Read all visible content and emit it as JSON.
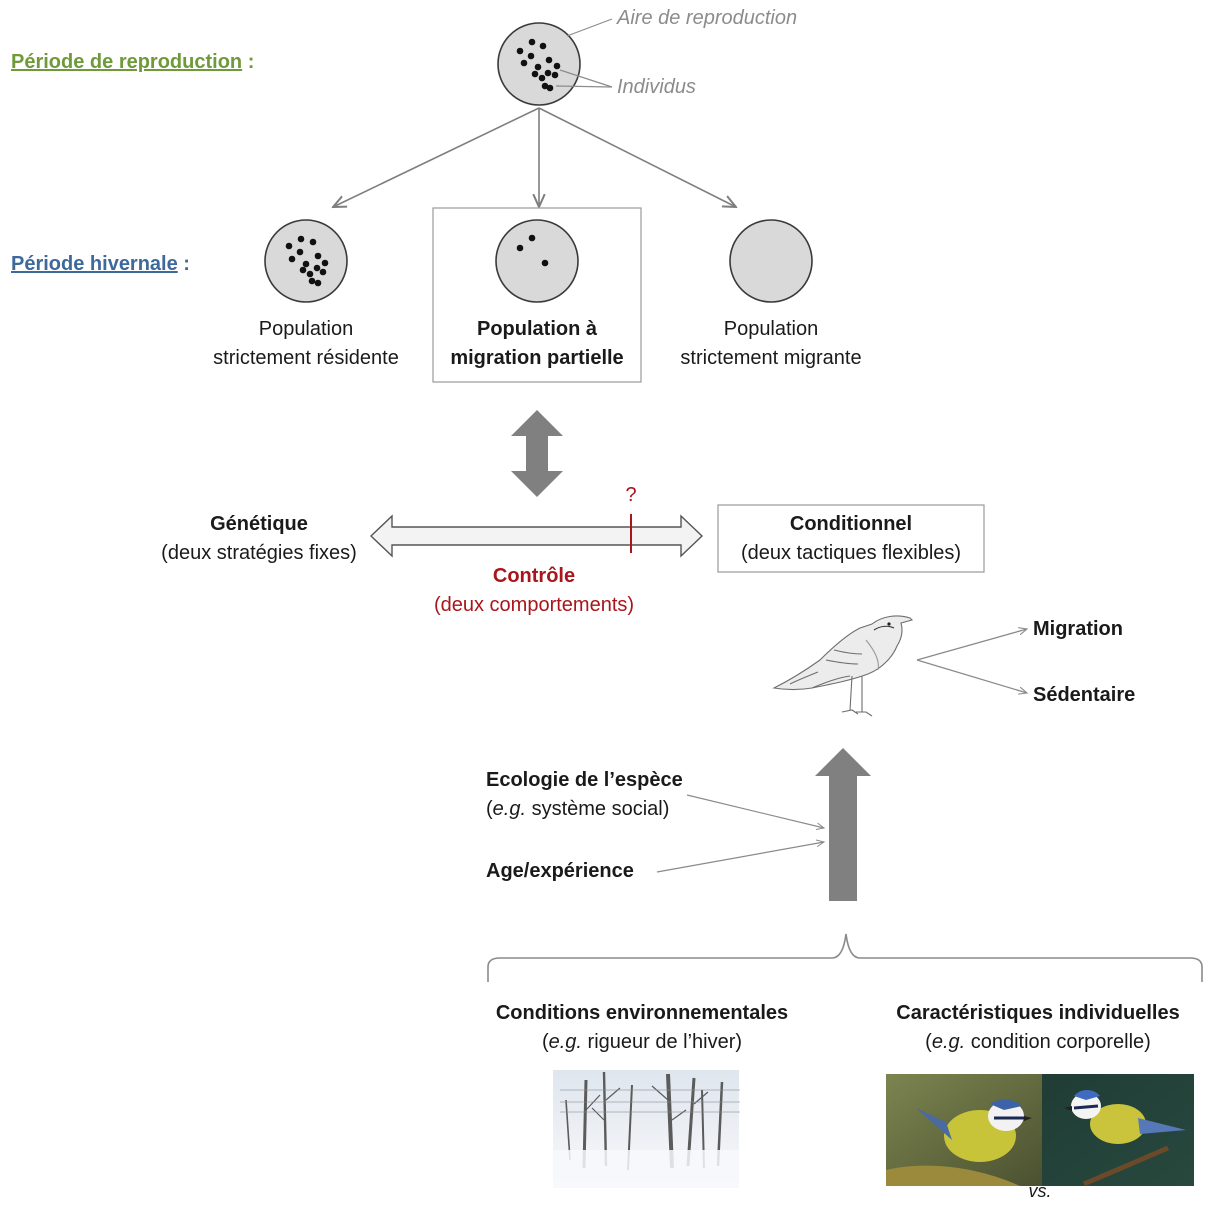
{
  "labels": {
    "breeding_period": "Période de reproduction",
    "breeding_colon": " :",
    "winter_period": "Période hivernale",
    "winter_colon": " :",
    "breeding_area": "Aire de reproduction",
    "individuals": "Individus"
  },
  "populations": [
    {
      "line1": "Population",
      "line2": "strictement résidente",
      "dots": 14
    },
    {
      "line1": "Population à",
      "line2": "migration partielle",
      "dots": 3
    },
    {
      "line1": "Population",
      "line2": "strictement migrante",
      "dots": 0
    }
  ],
  "control": {
    "genetic_title": "Génétique",
    "genetic_sub": "(deux stratégies fixes)",
    "conditional_title": "Conditionnel",
    "conditional_sub": "(deux tactiques flexibles)",
    "control_title": "Contrôle",
    "control_sub": "(deux comportements)",
    "question": "?"
  },
  "outcomes": {
    "migration": "Migration",
    "sedentary": "Sédentaire"
  },
  "factors": {
    "ecology_title": "Ecologie de l’espèce",
    "ecology_eg": "e.g.",
    "ecology_rest": " système social)",
    "age": "Age/expérience",
    "env_title": "Conditions environnementales",
    "env_eg": "e.g.",
    "env_rest": " rigueur de l’hiver)",
    "ind_title": "Caractéristiques individuelles",
    "ind_eg": "e.g.",
    "ind_rest": " condition corporelle)",
    "vs": "vs."
  },
  "colors": {
    "breeding_green": "#6f9a3a",
    "winter_blue": "#3d6a9b",
    "control_red": "#a8161b",
    "arrow_grey": "#7f7f7f",
    "circle_fill": "#d9d9d9"
  },
  "icons": [
    "bird-sketch-icon",
    "snowy-forest-photo",
    "blue-tit-photo"
  ]
}
